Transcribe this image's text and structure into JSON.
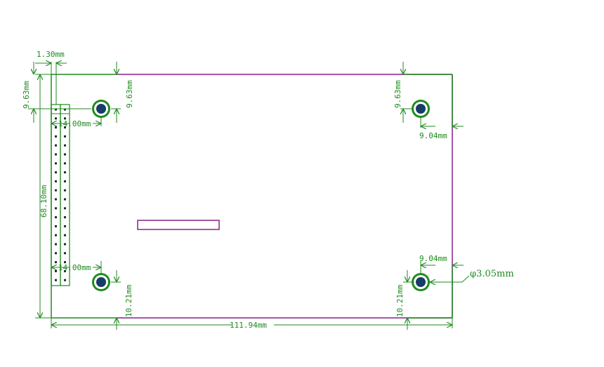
{
  "colors": {
    "dimension": "#1f8a1f",
    "board_outline": "#8a1f8a",
    "hole_ring": "#1f8a1f",
    "hole_core": "#173c66",
    "background": "#ffffff"
  },
  "labels": {
    "header_pitch": "1.30mm",
    "top_left_vertical": "9.63mm",
    "left_hole_top_offset": "9.63mm",
    "right_hole_top_offset": "9.63mm",
    "left_hole_x_top": "14.00mm",
    "left_hole_x_bottom": "14.00mm",
    "right_hole_x_top": "9.04mm",
    "right_hole_x_bottom": "9.04mm",
    "board_height": "68.10mm",
    "left_hole_bottom_offset": "10.21mm",
    "right_hole_bottom_offset": "10.21mm",
    "board_width": "111.94mm",
    "hole_diameter": "φ3.05mm"
  }
}
